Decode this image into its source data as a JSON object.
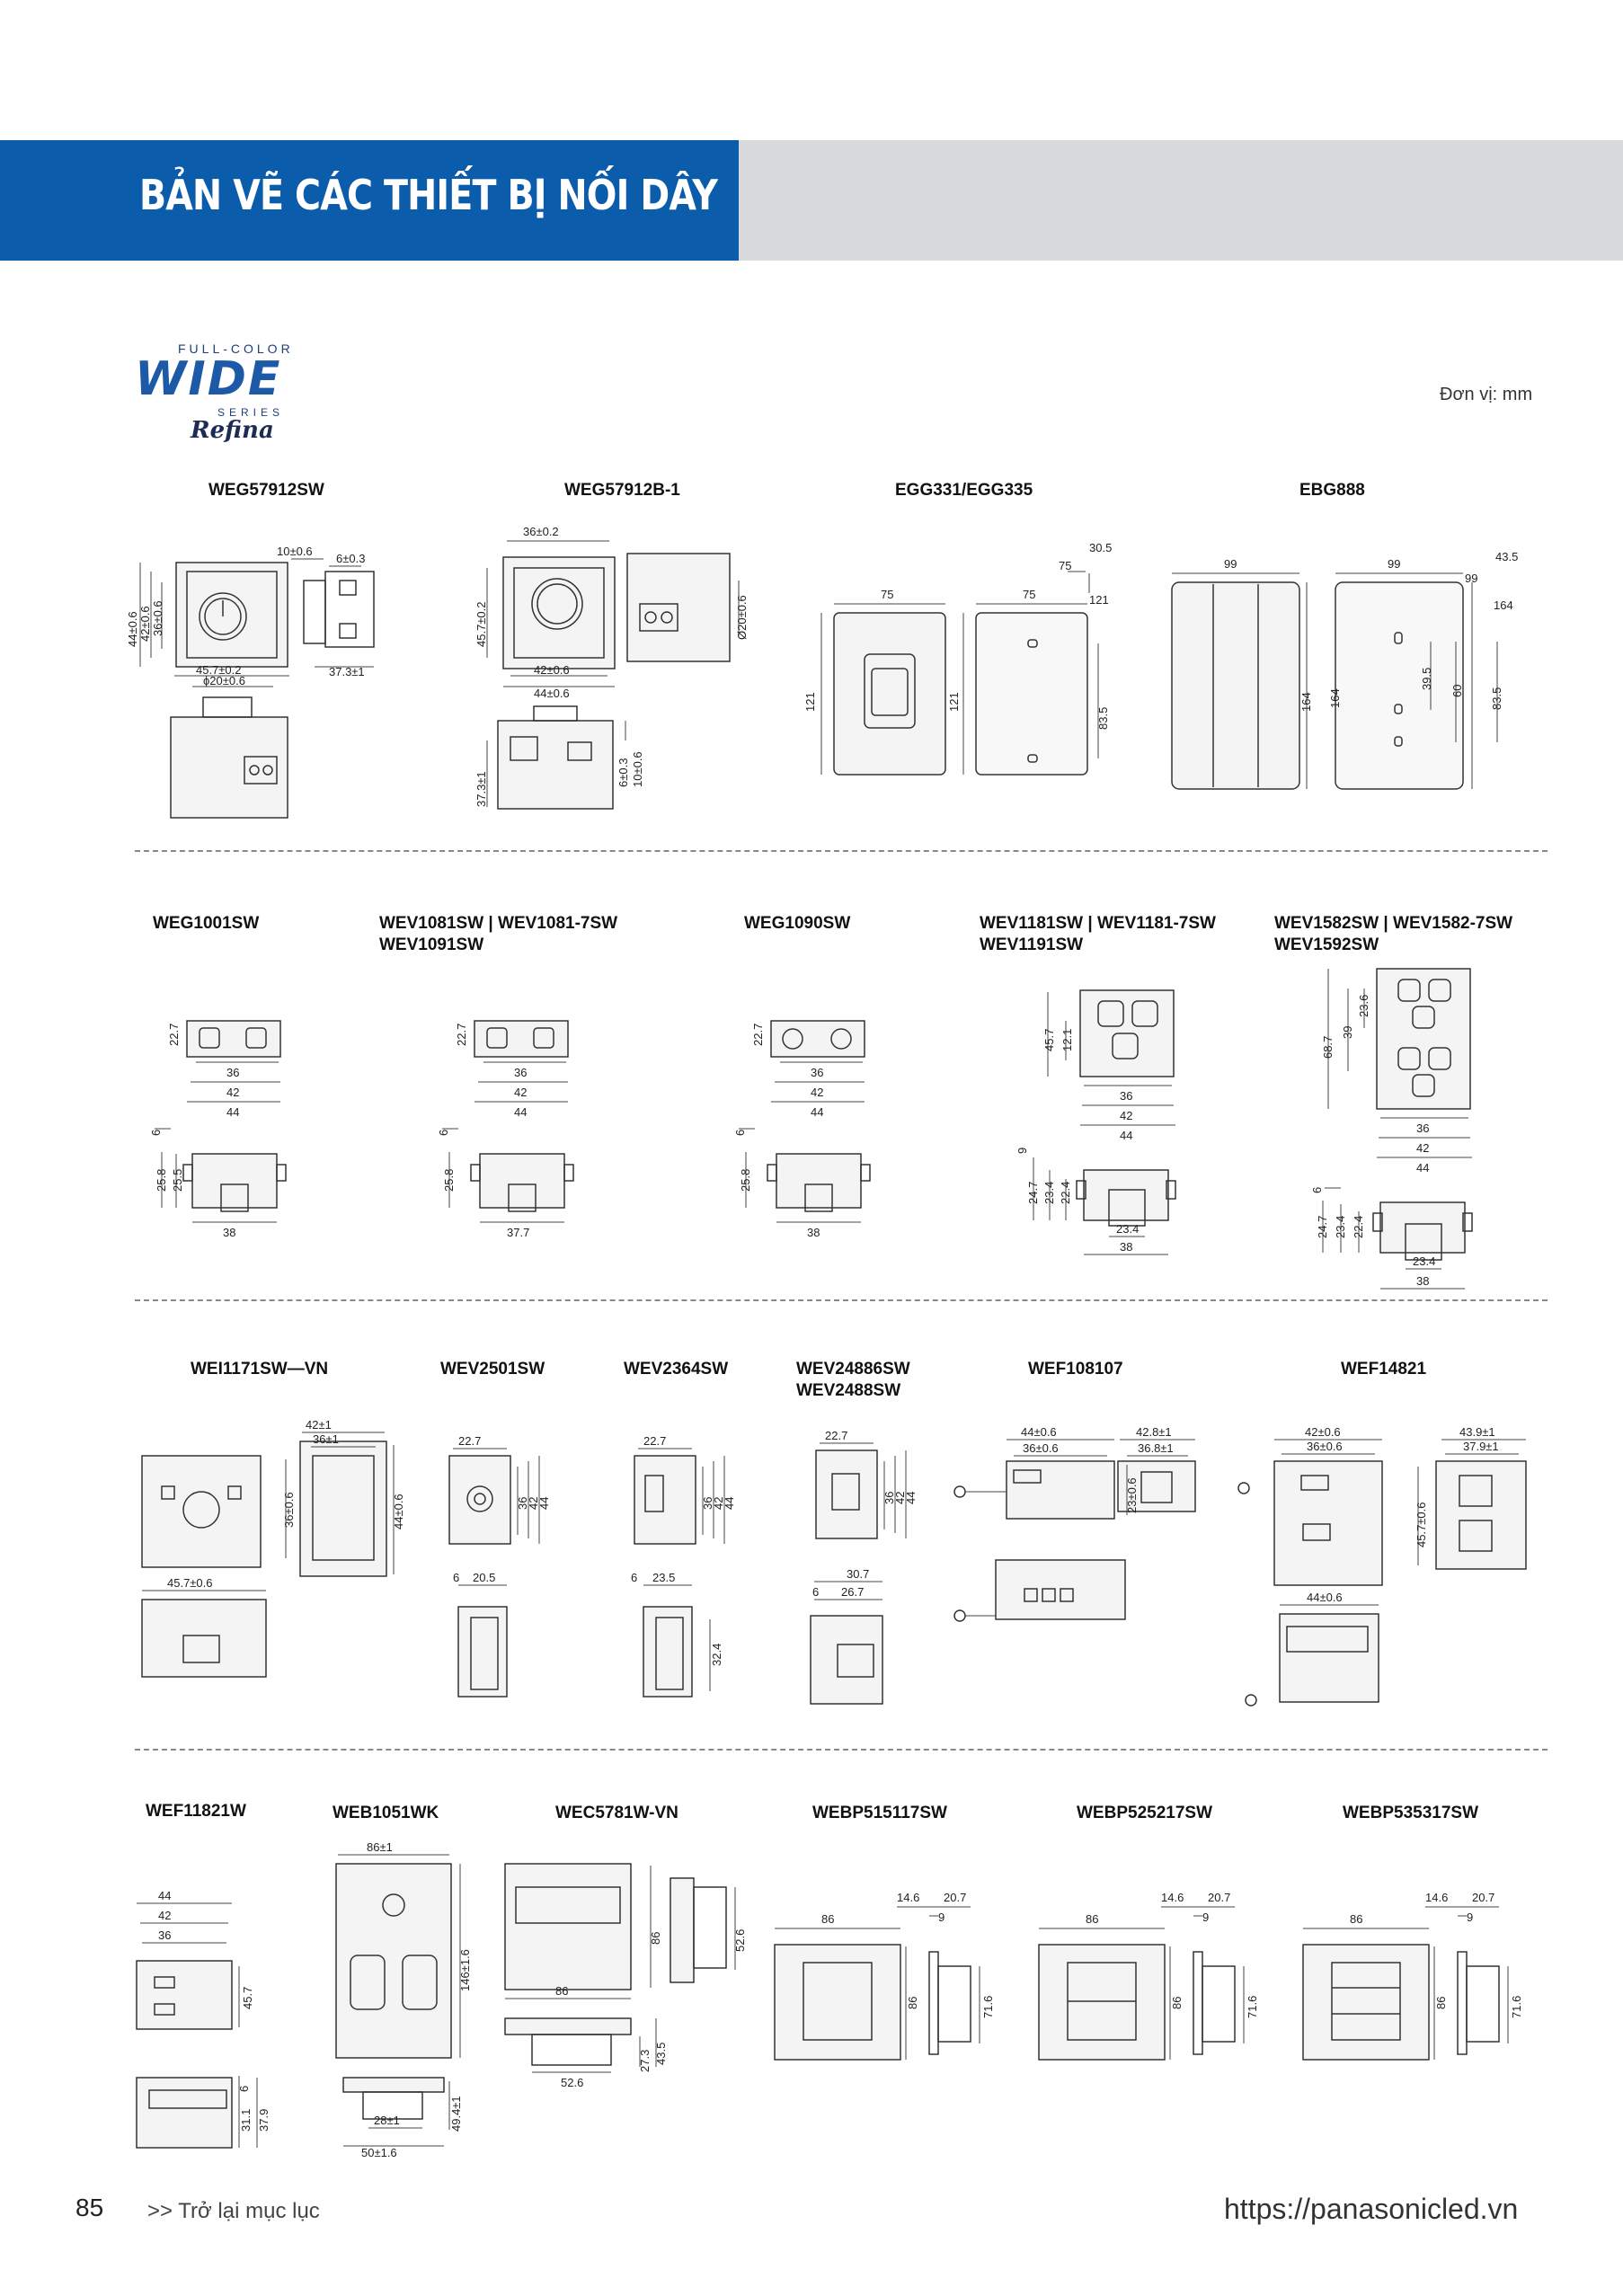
{
  "header": {
    "title": "BẢN VẼ CÁC THIẾT BỊ NỐI DÂY",
    "bar_color": "#0b5cab",
    "gray_color": "#d9dadc"
  },
  "logo": {
    "full_color": "FULL-COLOR",
    "wide": "WIDE",
    "series": "SERIES",
    "refina": "Refina"
  },
  "unit_note": "Đơn vị: mm",
  "rows": [
    {
      "models": [
        "WEG57912SW",
        "WEG57912B-1",
        "EGG331/EGG335",
        "EBG888"
      ]
    },
    {
      "models": [
        "WEG1001SW",
        "WEV1081SW | WEV1081-7SW\nWEV1091SW",
        "WEG1090SW",
        "WEV1181SW | WEV1181-7SW\nWEV1191SW",
        "WEV1582SW | WEV1582-7SW\nWEV1592SW"
      ]
    },
    {
      "models": [
        "WEI1171SW—VN",
        "WEV2501SW",
        "WEV2364SW",
        "WEV24886SW\nWEV2488SW",
        "WEF108107",
        "WEF14821"
      ]
    },
    {
      "models": [
        "WEF11821W",
        "WEB1051WK",
        "WEC5781W-VN",
        "WEBP515117SW",
        "WEBP525217SW",
        "WEBP535317SW"
      ]
    }
  ],
  "dims": {
    "weg57912sw": [
      "10±0.6",
      "6±0.3",
      "44±0.6",
      "42±0.6",
      "36±0.6",
      "45.7±0.2",
      "ϕ20±0.6",
      "37.3±1"
    ],
    "weg57912b": [
      "36±0.2",
      "45.7±0.2",
      "42±0.6",
      "44±0.6",
      "Ø20±0.6",
      "37.3±1",
      "6±0.3",
      "10±0.6"
    ],
    "egg331": [
      "75",
      "121",
      "75",
      "121",
      "83.5",
      "30.5",
      "75",
      "121"
    ],
    "ebg888": [
      "99",
      "164",
      "99",
      "164",
      "39.5",
      "60",
      "83.5",
      "43.5",
      "99",
      "164"
    ],
    "switch": [
      "22.7",
      "36",
      "42",
      "44",
      "6",
      "25.8",
      "25.5",
      "38"
    ],
    "switch2": [
      "22.7",
      "36",
      "42",
      "44",
      "6",
      "25.8",
      "37.7"
    ],
    "switch3": [
      "22.7",
      "36",
      "42",
      "44",
      "6",
      "25.8",
      "38"
    ],
    "outlet1": [
      "45.7",
      "12.1",
      "36",
      "42",
      "44",
      "9",
      "24.7",
      "23.4",
      "22.4",
      "23.4",
      "38"
    ],
    "outlet2": [
      "68.7",
      "39",
      "23.6",
      "36",
      "42",
      "44",
      "6",
      "24.7",
      "23.4",
      "22.4",
      "23.4",
      "38"
    ],
    "wei1171": [
      "42±1",
      "36±1",
      "36±0.6",
      "44±0.6",
      "45.7±0.6"
    ],
    "wev2501": [
      "22.7",
      "36",
      "42",
      "44",
      "6",
      "20.5"
    ],
    "wev2364": [
      "22.7",
      "36",
      "42",
      "44",
      "6",
      "23.5",
      "32.4"
    ],
    "wev24886": [
      "22.7",
      "36",
      "42",
      "44",
      "30.7",
      "6",
      "26.7"
    ],
    "wef108107": [
      "44±0.6",
      "36±0.6",
      "23±0.6",
      "42.8±1",
      "36.8±1"
    ],
    "wef14821": [
      "42±0.6",
      "36±0.6",
      "43.9±1",
      "37.9±1",
      "45.7±0.6",
      "44±0.6"
    ],
    "wef11821": [
      "44",
      "42",
      "36",
      "45.7",
      "6",
      "31.1",
      "37.9"
    ],
    "web1051": [
      "86±1",
      "146±1.6",
      "49.4±1",
      "28±1",
      "50±1.6"
    ],
    "wec5781": [
      "86",
      "52.6",
      "86",
      "27.3",
      "43.5",
      "52.6"
    ],
    "webp": [
      "86",
      "14.6",
      "20.7",
      "9",
      "86",
      "71.6"
    ]
  },
  "footer": {
    "page": "85",
    "back_link": ">> Trở lại mục lục",
    "url": "https://panasonicled.vn"
  }
}
